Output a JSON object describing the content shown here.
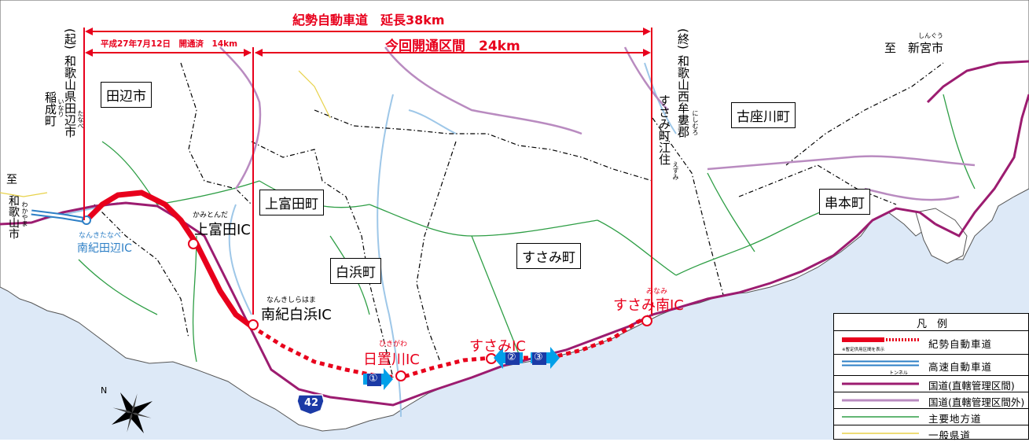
{
  "title": {
    "road_name": "紀勢自動車道　延長38km",
    "opened_section": "平成27年7月12日　開通済　14km",
    "new_section": "今回開通区間　24km"
  },
  "start_label": {
    "mark": "(起)",
    "pref": "和歌山県田辺市",
    "ruby_tanabe": "たなべ",
    "town": "稲成町",
    "ruby_inari": "いなり"
  },
  "end_label": {
    "mark": "(終)",
    "pref": "和歌山西牟婁郡",
    "ruby_nishimuro": "にしむろ",
    "town": "すさみ町江住",
    "ruby_esumi": "えすみ"
  },
  "direction_labels": {
    "shingu": "至　新宮市",
    "shingu_ruby": "しんぐう",
    "wakayama_to": "至",
    "wakayama": "和歌山市",
    "wakayama_ruby": "わかやま"
  },
  "municipalities": {
    "tanabe": "田辺市",
    "kamitonda": "上富田町",
    "shirahama": "白浜町",
    "susami": "すさみ町",
    "kozagawa": "古座川町",
    "kushimoto": "串本町"
  },
  "interchanges": {
    "nanki_tanabe": "南紀田辺IC",
    "nanki_tanabe_ruby": "なんきたなべ",
    "kamitonda": "上富田IC",
    "kamitonda_ruby": "かみとんだ",
    "nanki_shirahama": "南紀白浜IC",
    "nanki_shirahama_ruby": "なんきしらはま",
    "hikigawa": "日置川IC",
    "hikigawa_ruby": "ひきがわ",
    "susami": "すさみIC",
    "susami_minami": "すさみ南IC",
    "susami_minami_ruby": "みなみ"
  },
  "markers": {
    "m1": "①",
    "m2": "②",
    "m3": "③",
    "route_shield": "42"
  },
  "compass": {
    "north": "N"
  },
  "legend": {
    "header": "凡　例",
    "items": [
      {
        "label": "紀勢自動車道",
        "type": "kisei",
        "note": "※暫定供用区間を表示"
      },
      {
        "label": "高速自動車道",
        "type": "expressway",
        "note": "トンネル"
      },
      {
        "label": "国道(直轄管理区間)",
        "type": "national-direct"
      },
      {
        "label": "国道(直轄管理区間外)",
        "type": "national-other"
      },
      {
        "label": "主要地方道",
        "type": "main-local"
      },
      {
        "label": "一般県道",
        "type": "prefectural"
      }
    ]
  },
  "colors": {
    "sea": "#dde9f7",
    "kisei": "#e8001c",
    "expressway": "#2d7fc6",
    "national": "#9c1c70",
    "national_other": "#b98bc0",
    "main_local": "#2e9e45",
    "prefectural": "#e8d24a",
    "boundary": "#000000",
    "river": "#9ec7e8"
  }
}
